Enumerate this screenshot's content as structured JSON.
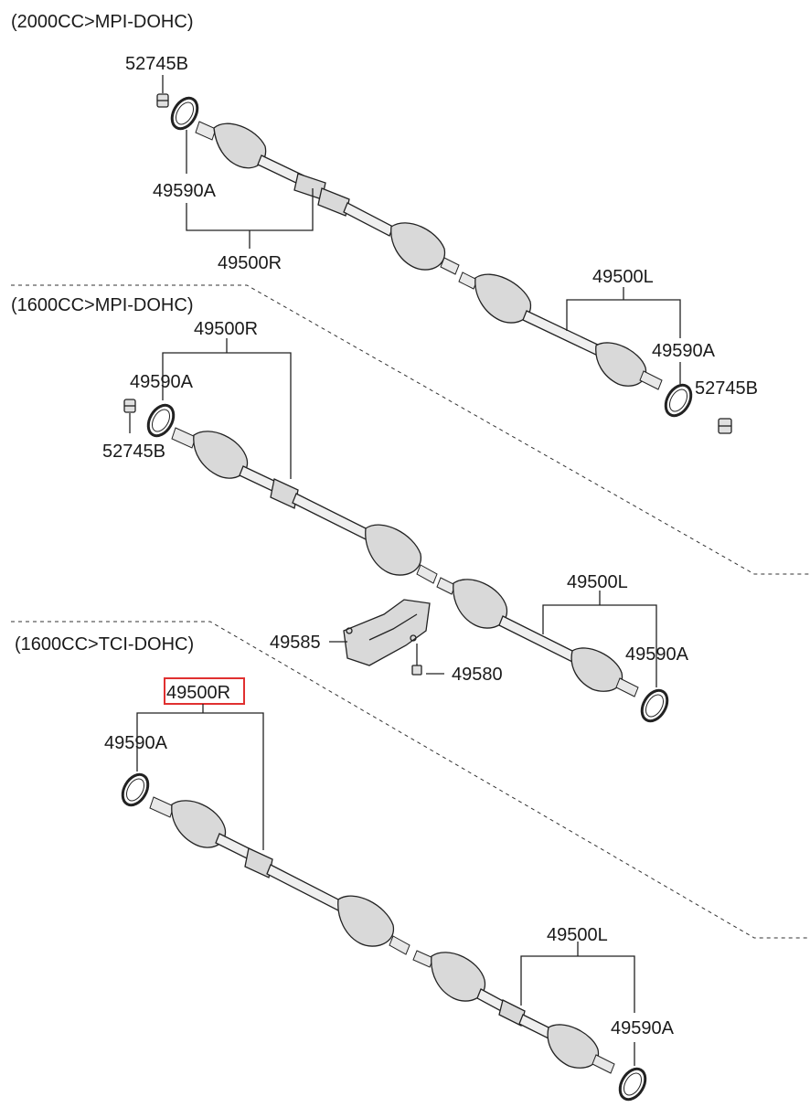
{
  "sections": [
    {
      "title": "(2000CC>MPI-DOHC)",
      "labels": {
        "nut_right": "52745B",
        "ring_right": "49590A",
        "shaft_right": "49500R",
        "shaft_left": "49500L",
        "ring_left": "49590A",
        "nut_left": "52745B"
      }
    },
    {
      "title": "(1600CC>MPI-DOHC)",
      "labels": {
        "shaft_right": "49500R",
        "ring_right": "49590A",
        "nut_right": "52745B",
        "shaft_left": "49500L",
        "ring_left": "49590A",
        "bracket": "49585",
        "bolt": "49580"
      }
    },
    {
      "title": "(1600CC>TCI-DOHC)",
      "labels": {
        "shaft_right": "49500R",
        "ring_right": "49590A",
        "shaft_left": "49500L",
        "ring_left": "49590A"
      },
      "highlighted": "49500R"
    }
  ],
  "colors": {
    "highlight": "#e03030",
    "line": "#222222",
    "part_fill": "#d9d9d9"
  }
}
